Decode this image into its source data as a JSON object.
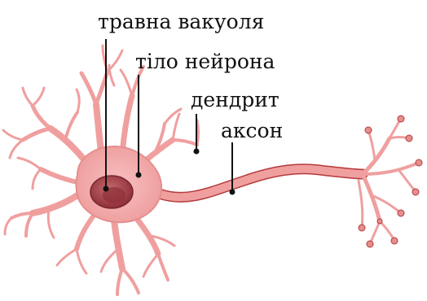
{
  "labels": {
    "food_vacuole": "травна вакуоля",
    "cell_body": "тіло нейрона",
    "dendrite": "дендрит",
    "axon": "аксон"
  },
  "colors": {
    "neuron_fill": "#f09f9f",
    "neuron_outline": "#b53a3a",
    "vacuole": "#a84148",
    "leader_line": "#111111"
  }
}
